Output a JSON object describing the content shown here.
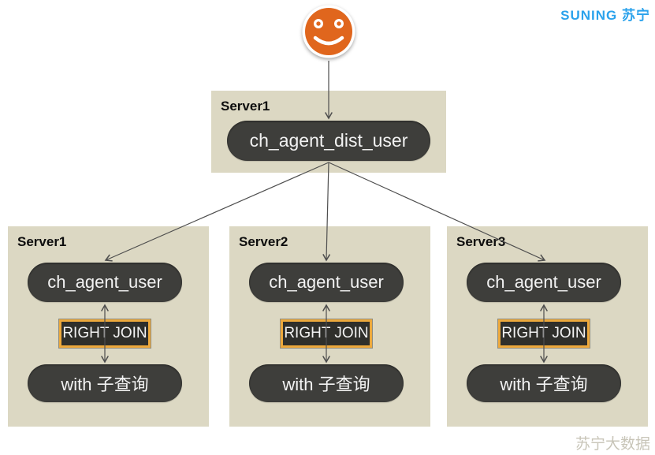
{
  "brand": {
    "logo_text": "SUNING 苏宁",
    "watermark": "苏宁大数据"
  },
  "actor": {
    "icon": "smiley-face"
  },
  "root": {
    "server_label": "Server1",
    "table": "ch_agent_dist_user"
  },
  "servers": [
    {
      "server_label": "Server1",
      "table": "ch_agent_user",
      "join": "RIGHT JOIN",
      "subquery": "with 子查询"
    },
    {
      "server_label": "Server2",
      "table": "ch_agent_user",
      "join": "RIGHT JOIN",
      "subquery": "with 子查询"
    },
    {
      "server_label": "Server3",
      "table": "ch_agent_user",
      "join": "RIGHT JOIN",
      "subquery": "with 子查询"
    }
  ],
  "colors": {
    "accent_orange": "#E0661D",
    "suning_blue": "#2AA2EC",
    "panel_beige": "#DCD8C3",
    "node_dark": "#3E3E3B",
    "join_border_gold": "#EDA93C",
    "arrow_gray": "#4E4E4E"
  }
}
